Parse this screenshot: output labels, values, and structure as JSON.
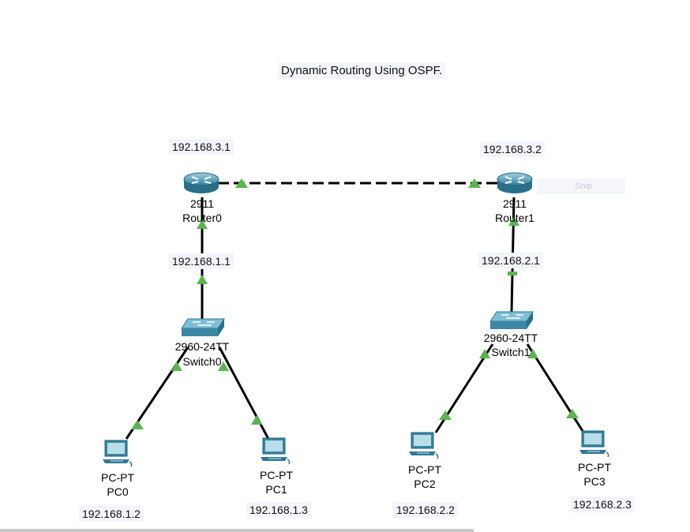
{
  "title": "Dynamic Routing Using OSPF.",
  "colors": {
    "link": "#000000",
    "status_up": "#5bb450",
    "note_bg": "#f4f4fb",
    "device_blue": "#3f8fab"
  },
  "ghost_text": "Snip",
  "devices": {
    "router0": {
      "model": "2911",
      "name": "Router0",
      "icon": "router-icon"
    },
    "router1": {
      "model": "2911",
      "name": "Router1",
      "icon": "router-icon"
    },
    "switch0": {
      "model": "2960-24TT",
      "name": "Switch0",
      "icon": "switch-icon"
    },
    "switch1": {
      "model": "2960-24TT",
      "name": "Switch1",
      "icon": "switch-icon"
    },
    "pc0": {
      "model": "PC-PT",
      "name": "PC0",
      "icon": "pc-icon"
    },
    "pc1": {
      "model": "PC-PT",
      "name": "PC1",
      "icon": "pc-icon"
    },
    "pc2": {
      "model": "PC-PT",
      "name": "PC2",
      "icon": "pc-icon"
    },
    "pc3": {
      "model": "PC-PT",
      "name": "PC3",
      "icon": "pc-icon"
    }
  },
  "ip_notes": {
    "router0_wan": "192.168.3.1",
    "router1_wan": "192.168.3.2",
    "router0_lan": "192.168.1.1",
    "router1_lan": "192.168.2.1",
    "pc0": "192.168.1.2",
    "pc1": "192.168.1.3",
    "pc2": "192.168.2.2",
    "pc3": "192.168.2.3"
  }
}
